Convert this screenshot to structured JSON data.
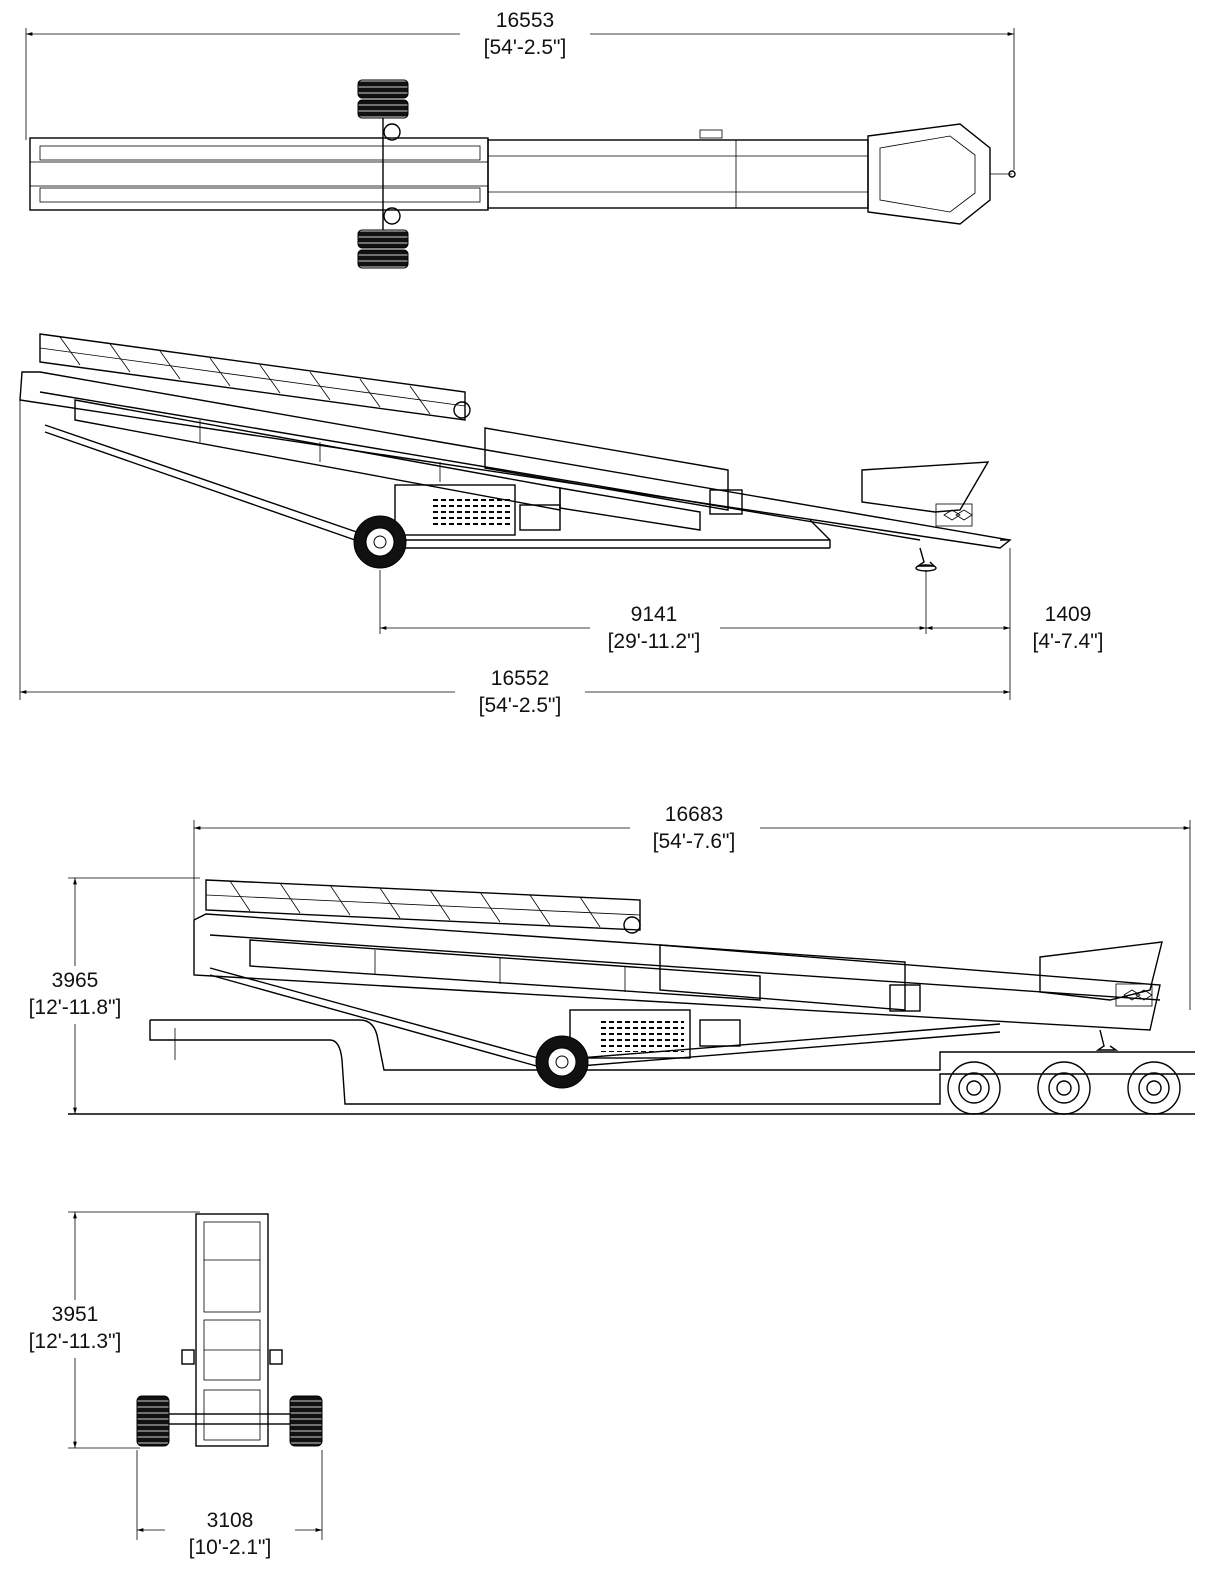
{
  "dimensions": {
    "top_view_length": {
      "mm": "16553",
      "imperial": "[54'-2.5\"]"
    },
    "side_view_axle_to_jack": {
      "mm": "9141",
      "imperial": "[29'-11.2\"]"
    },
    "side_view_jack_to_end": {
      "mm": "1409",
      "imperial": "[4'-7.4\"]"
    },
    "side_view_length": {
      "mm": "16552",
      "imperial": "[54'-2.5\"]"
    },
    "transport_length": {
      "mm": "16683",
      "imperial": "[54'-7.6\"]"
    },
    "transport_height": {
      "mm": "3965",
      "imperial": "[12'-11.8\"]"
    },
    "end_view_height": {
      "mm": "3951",
      "imperial": "[12'-11.3\"]"
    },
    "end_view_width": {
      "mm": "3108",
      "imperial": "[10'-2.1\"]"
    }
  },
  "colors": {
    "line": "#000000",
    "background": "#ffffff"
  }
}
